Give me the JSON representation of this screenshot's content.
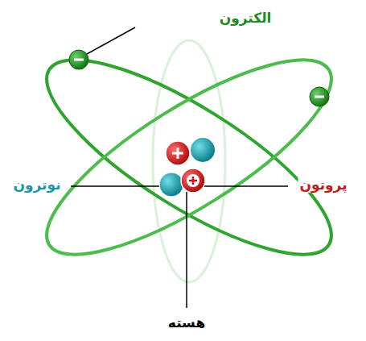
{
  "diagram": {
    "labels": [
      "الکترون",
      "نوترون",
      "پروتون",
      "هسته"
    ]
  }
}
